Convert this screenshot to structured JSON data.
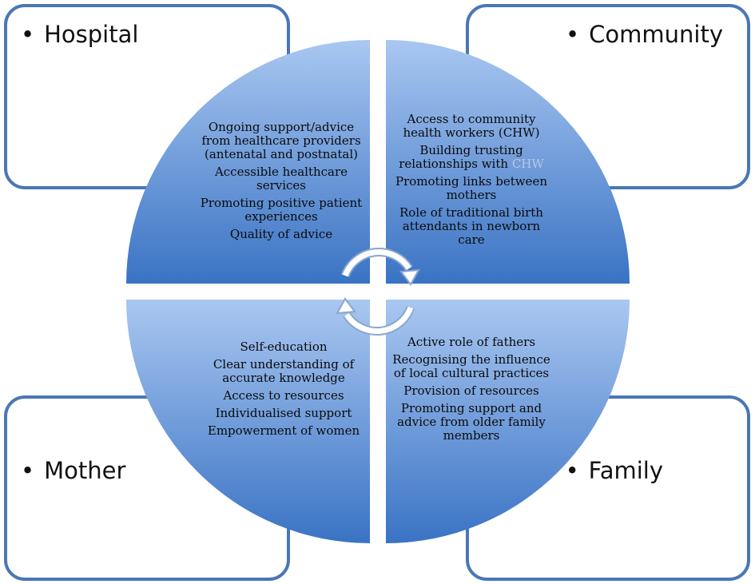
{
  "quadrants": {
    "hospital": {
      "label": "Hospital",
      "items": [
        "Ongoing support/advice from healthcare providers (antenatal and postnatal)",
        "Accessible healthcare services",
        "Promoting positive patient experiences",
        "Quality of advice"
      ]
    },
    "community": {
      "label": "Community",
      "items": [
        "Access to community health workers (CHW)",
        "Building trusting relationships with",
        "Promoting links between mothers",
        "Role of traditional birth attendants in newborn care"
      ],
      "faded_suffix": "CHW"
    },
    "mother": {
      "label": "Mother",
      "items": [
        "Self-education",
        "Clear understanding of accurate knowledge",
        "Access to resources",
        "Individualised support",
        "Empowerment of women"
      ]
    },
    "family": {
      "label": "Family",
      "items": [
        "Active role of fathers",
        "Recognising the influence of local cultural practices",
        "Provision of resources",
        "Promoting support and advice from older family members"
      ]
    }
  },
  "colors": {
    "box_border": "#4a77b5",
    "wheel_light": "#a9c7f1",
    "wheel_dark": "#3a73c4",
    "arrow_fill": "#ffffff",
    "arrow_stroke": "#8aa6cc"
  }
}
